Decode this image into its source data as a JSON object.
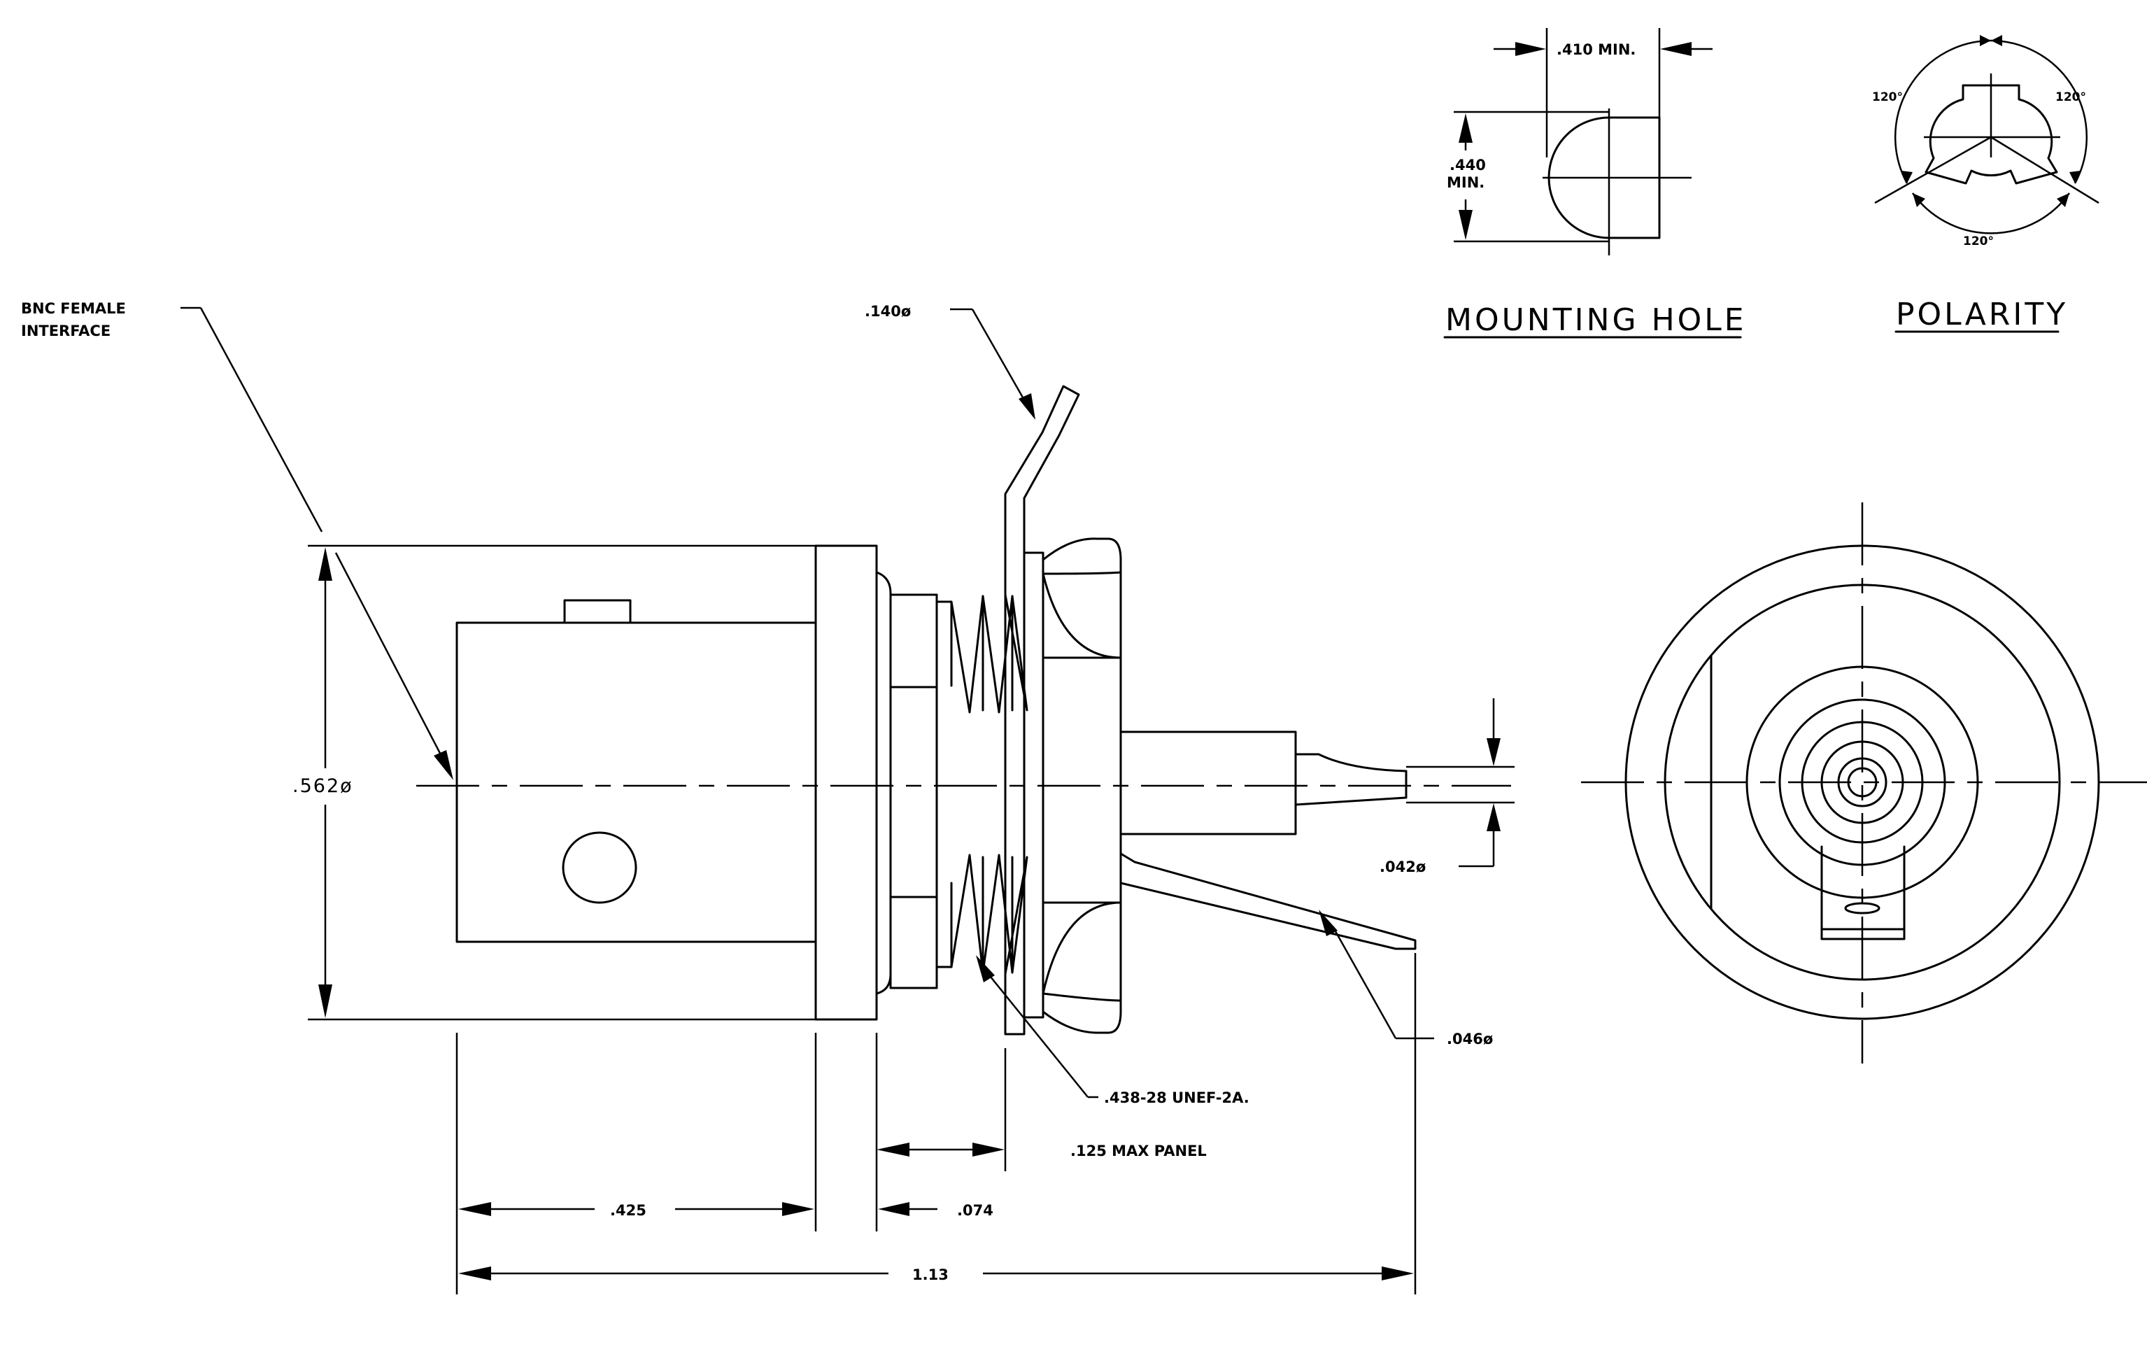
{
  "labels": {
    "bnc_line1": "BNC FEMALE",
    "bnc_line2": "INTERFACE",
    "dia_140": ".140ø",
    "dia_562": ".562ø",
    "dia_042": ".042ø",
    "dia_046": ".046ø",
    "thread": ".438-28 UNEF-2A.",
    "panel": ".125 MAX PANEL",
    "dim_425": ".425",
    "dim_074": ".074",
    "dim_113": "1.13",
    "hole_width": ".410 MIN.",
    "hole_height_1": ".440",
    "hole_height_2": "MIN.",
    "angle_tl": "120°",
    "angle_tr": "120°",
    "angle_b": "120°"
  },
  "titles": {
    "mounting_hole": "MOUNTING HOLE",
    "polarity": "POLARITY"
  }
}
